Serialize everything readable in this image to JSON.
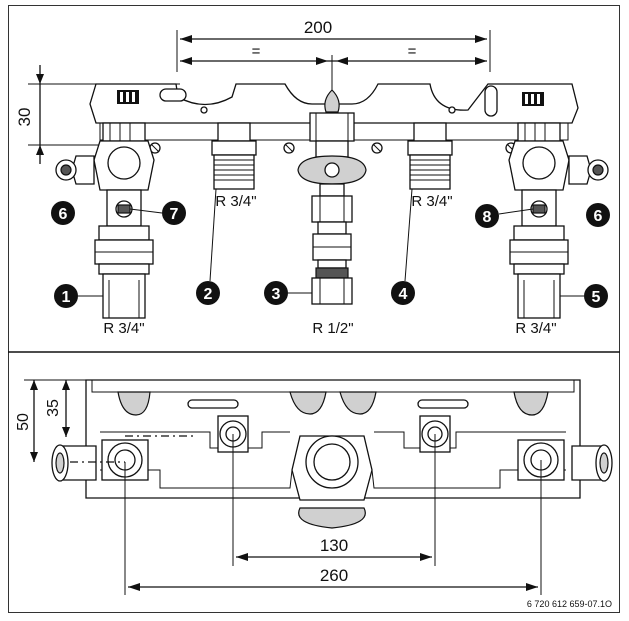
{
  "dimensions": {
    "top_width": "200",
    "top_equal_left": "=",
    "top_equal_right": "=",
    "top_height": "30",
    "bottom_depth_outer": "50",
    "bottom_depth_inner": "35",
    "bottom_inner_span": "130",
    "bottom_outer_span": "260"
  },
  "thread_labels": {
    "conn_2": "R 3/4\"",
    "conn_4": "R 3/4\"",
    "conn_1": "R 3/4\"",
    "conn_3": "R 1/2\"",
    "conn_5": "R 3/4\""
  },
  "callouts": {
    "n1": "1",
    "n2": "2",
    "n3": "3",
    "n4": "4",
    "n5": "5",
    "n6a": "6",
    "n6b": "6",
    "n7": "7",
    "n8": "8"
  },
  "figure_id": "6 720 612 659-07.1O",
  "colors": {
    "ink": "#111111",
    "badge": "#111111",
    "shade": "#d0d0d0"
  }
}
